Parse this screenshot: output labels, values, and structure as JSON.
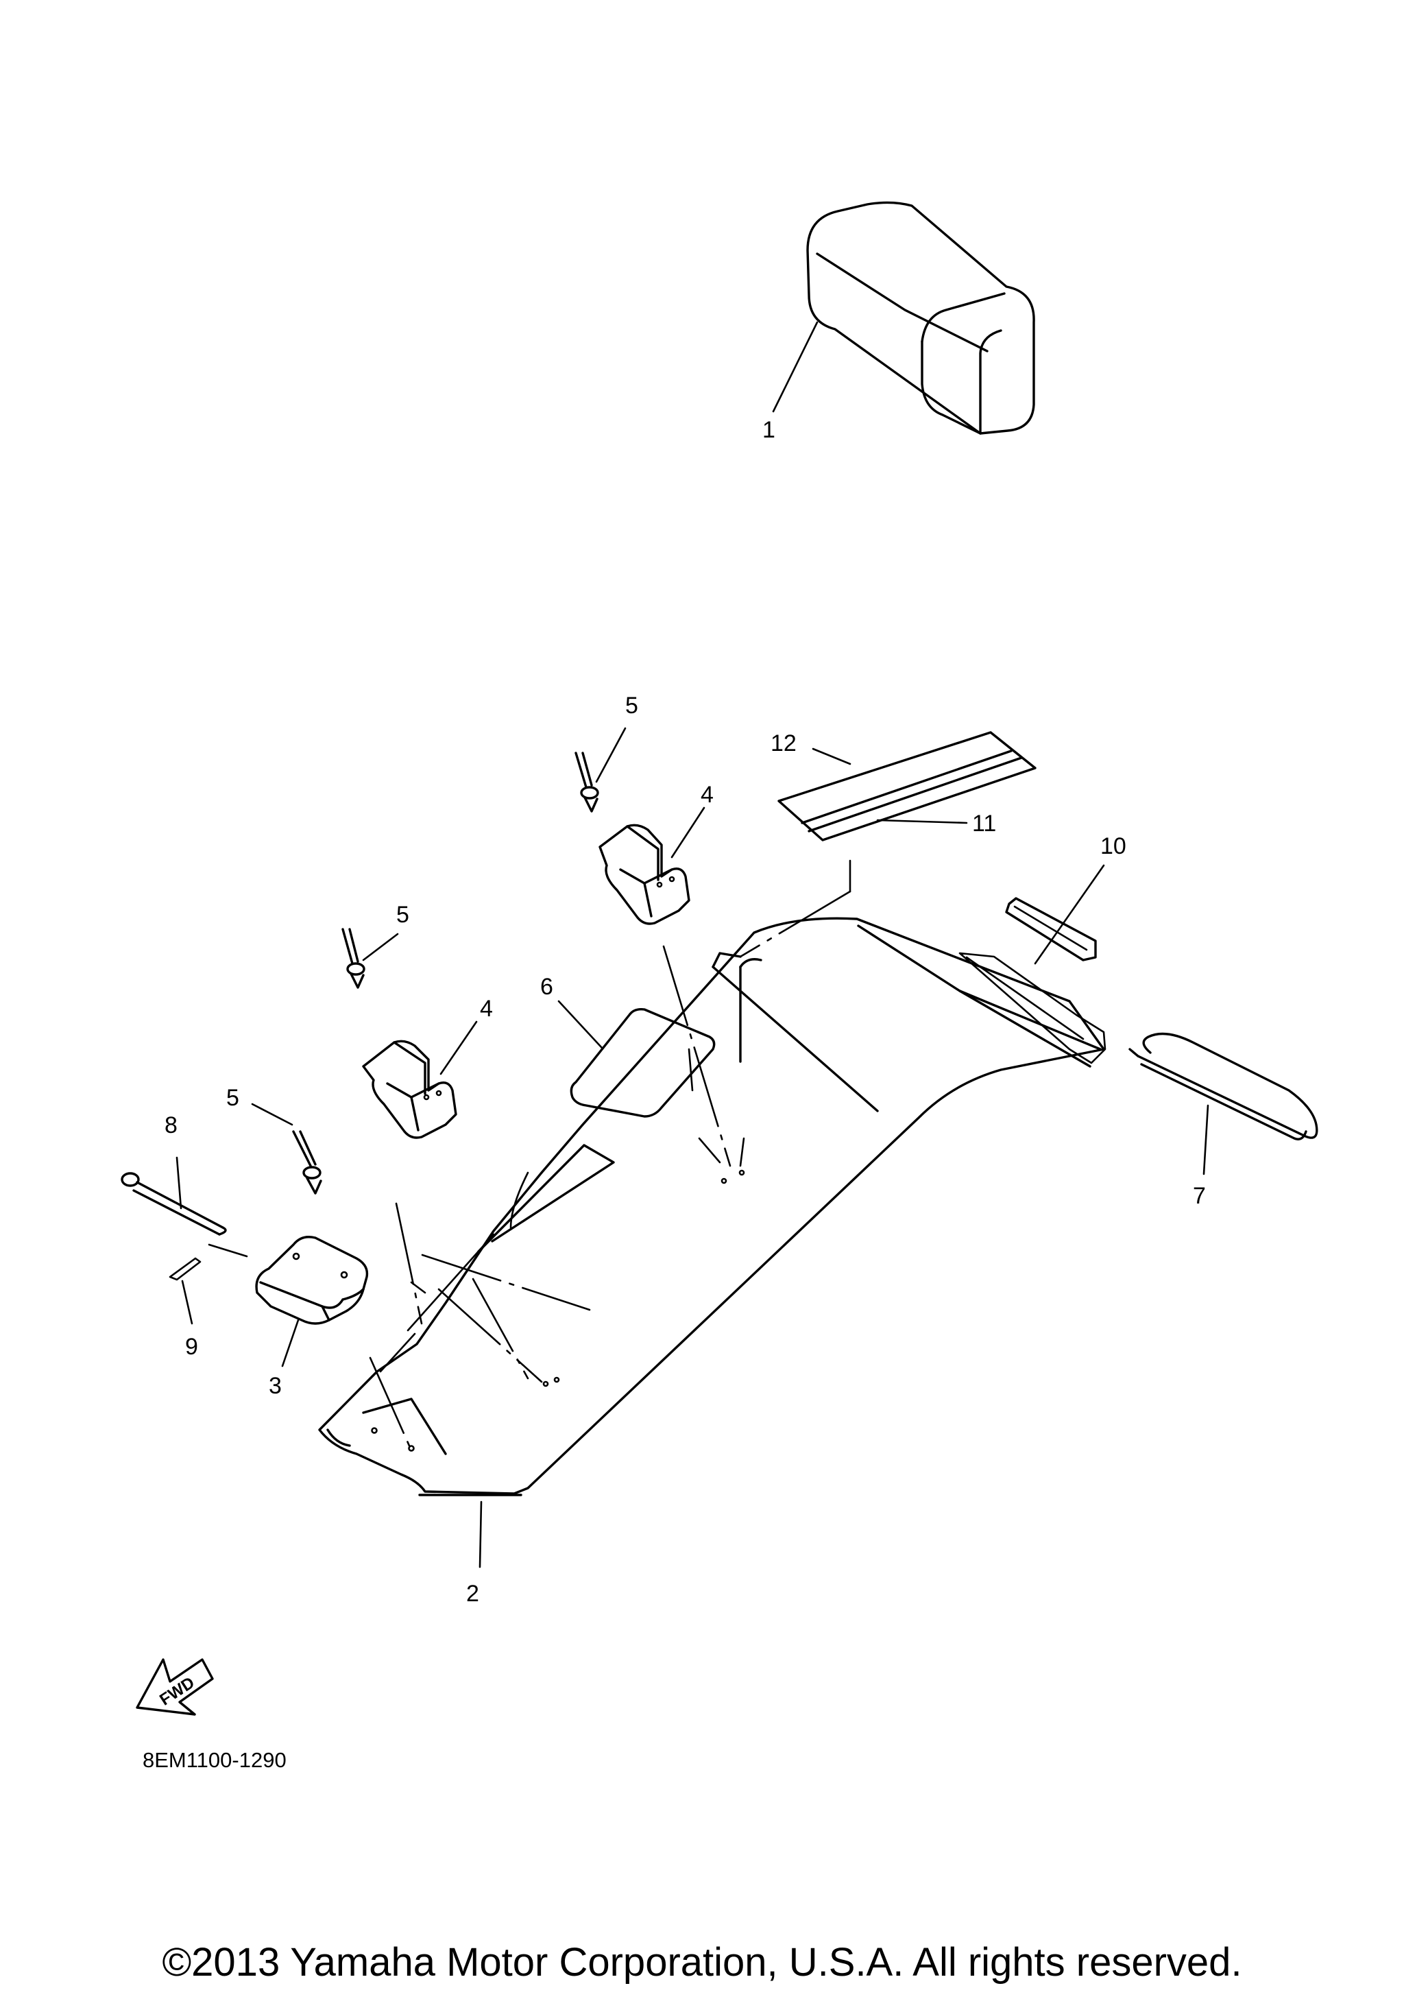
{
  "diagram": {
    "callouts": {
      "c1": "1",
      "c2": "2",
      "c3": "3",
      "c4a": "4",
      "c4b": "4",
      "c5a": "5",
      "c5b": "5",
      "c5c": "5",
      "c6": "6",
      "c7": "7",
      "c8": "8",
      "c9": "9",
      "c10": "10",
      "c11": "11",
      "c12": "12"
    },
    "fwd_label": "FWD",
    "diagram_code": "8EM1100-1290"
  },
  "footer": {
    "copyright": "©2013 Yamaha Motor Corporation, U.S.A. All rights reserved."
  }
}
